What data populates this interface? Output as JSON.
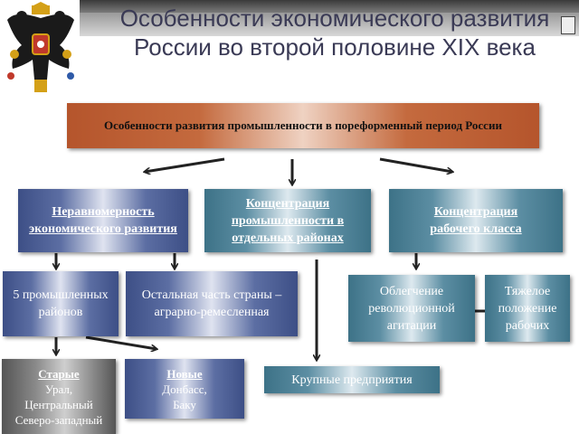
{
  "slide": {
    "title": "Особенности экономического развития России во второй половине XIX века",
    "header_box": "Особенности развития промышленности в пореформенный период России"
  },
  "features": [
    "Неравномерность экономического развития",
    "Концентрация промышленности в отдельных районах",
    "Концентрация рабочего класса"
  ],
  "details": {
    "five_regions": "5 промышленных районов",
    "rest_of_country": "Остальная часть страны – аграрно-ремесленная",
    "easier_agitation": "Облегчение революционной агитации",
    "hard_conditions": "Тяжелое положение рабочих",
    "old": {
      "heading": "Старые",
      "lines": [
        "Урал,",
        "Центральный",
        "Северо-западный"
      ]
    },
    "new": {
      "heading": "Новые",
      "lines": [
        "Донбасс,",
        "Баку"
      ]
    },
    "large_enterprises": "Крупные предприятия"
  },
  "colors": {
    "header": "#c4622f",
    "blue_box": "#4a5a8f",
    "teal_box": "#4a7f95",
    "title_text": "#3a3a55"
  },
  "icons": [
    "double-headed-eagle-emblem"
  ]
}
